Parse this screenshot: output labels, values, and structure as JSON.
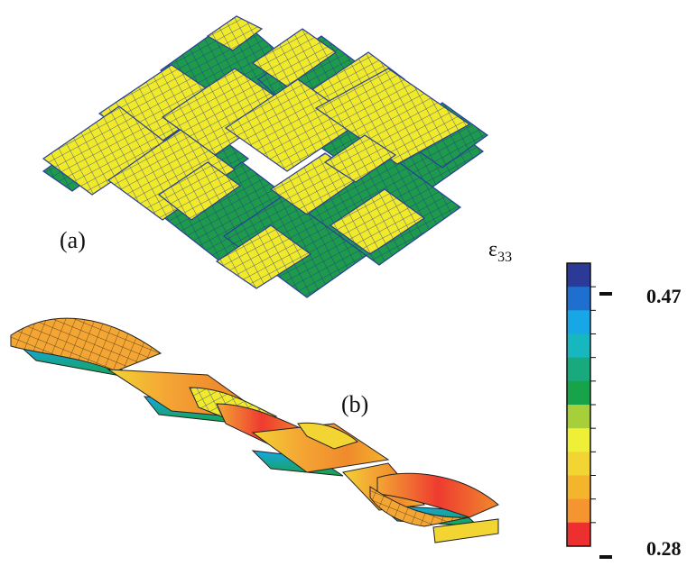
{
  "labels": {
    "panel_a": "(a)",
    "panel_b": "(b)"
  },
  "legend": {
    "symbol": "ε",
    "subscript": "33",
    "max_label": "0.47",
    "min_label": "0.28",
    "colors": [
      "#2b3a96",
      "#1f6fd0",
      "#17a6e6",
      "#17b7c0",
      "#18a97c",
      "#16a34a",
      "#a6cf3a",
      "#f0ef38",
      "#f2d432",
      "#f4b52c",
      "#f49530",
      "#ee2f2f"
    ]
  },
  "weave_colors": {
    "warp": "#f0ea2a",
    "weft": "#1d9a4c",
    "edge": "#2a3f9a"
  }
}
